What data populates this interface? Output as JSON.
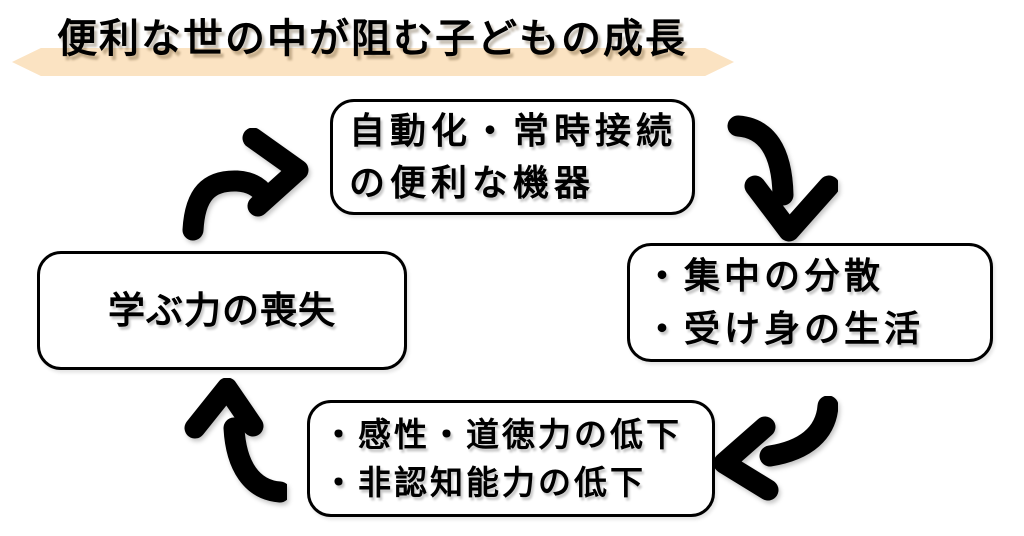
{
  "title": {
    "text": "便利な世の中が阻む子どもの成長",
    "highlight_color": "#FBE3C2"
  },
  "diagram": {
    "type": "cycle",
    "arrow_color": "#000000",
    "node_border_color": "#000000",
    "nodes": [
      {
        "id": "convenient-devices",
        "position": "top",
        "lines": [
          "自動化・常時接続",
          "の便利な機器"
        ]
      },
      {
        "id": "passive-effects",
        "position": "right",
        "lines": [
          "・集中の分散",
          "・受け身の生活"
        ]
      },
      {
        "id": "ability-decline",
        "position": "bottom",
        "lines": [
          "・感性・道徳力の低下",
          "・非認知能力の低下"
        ]
      },
      {
        "id": "loss-of-learning",
        "position": "left",
        "lines": [
          "学ぶ力の喪失"
        ]
      }
    ],
    "arrows": [
      {
        "from": "loss-of-learning",
        "to": "convenient-devices",
        "direction": "up-right"
      },
      {
        "from": "convenient-devices",
        "to": "passive-effects",
        "direction": "down"
      },
      {
        "from": "passive-effects",
        "to": "ability-decline",
        "direction": "left"
      },
      {
        "from": "ability-decline",
        "to": "loss-of-learning",
        "direction": "up"
      }
    ]
  }
}
